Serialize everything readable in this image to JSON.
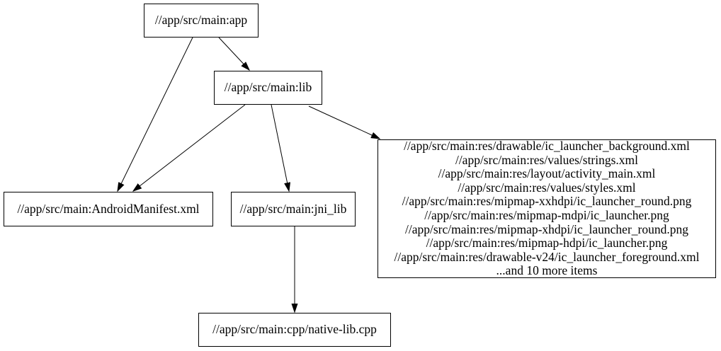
{
  "graph": {
    "background_color": "#ffffff",
    "node_border_color": "#000000",
    "edge_color": "#000000",
    "text_color": "#000000",
    "nodes": {
      "app": {
        "label": "//app/src/main:app"
      },
      "lib": {
        "label": "//app/src/main:lib"
      },
      "manifest": {
        "label": "//app/src/main:AndroidManifest.xml"
      },
      "jni_lib": {
        "label": "//app/src/main:jni_lib"
      },
      "native_lib": {
        "label": "//app/src/main:cpp/native-lib.cpp"
      },
      "resources": {
        "lines": [
          "//app/src/main:res/drawable/ic_launcher_background.xml",
          "//app/src/main:res/values/strings.xml",
          "//app/src/main:res/layout/activity_main.xml",
          "//app/src/main:res/values/styles.xml",
          "//app/src/main:res/mipmap-xxhdpi/ic_launcher_round.png",
          "//app/src/main:res/mipmap-mdpi/ic_launcher.png",
          "//app/src/main:res/mipmap-xhdpi/ic_launcher_round.png",
          "//app/src/main:res/mipmap-hdpi/ic_launcher.png",
          "//app/src/main:res/drawable-v24/ic_launcher_foreground.xml",
          "...and 10 more items"
        ]
      }
    },
    "edges": [
      {
        "from": "app",
        "to": "lib"
      },
      {
        "from": "app",
        "to": "manifest"
      },
      {
        "from": "lib",
        "to": "manifest"
      },
      {
        "from": "lib",
        "to": "jni_lib"
      },
      {
        "from": "lib",
        "to": "resources"
      },
      {
        "from": "jni_lib",
        "to": "native_lib"
      }
    ]
  }
}
